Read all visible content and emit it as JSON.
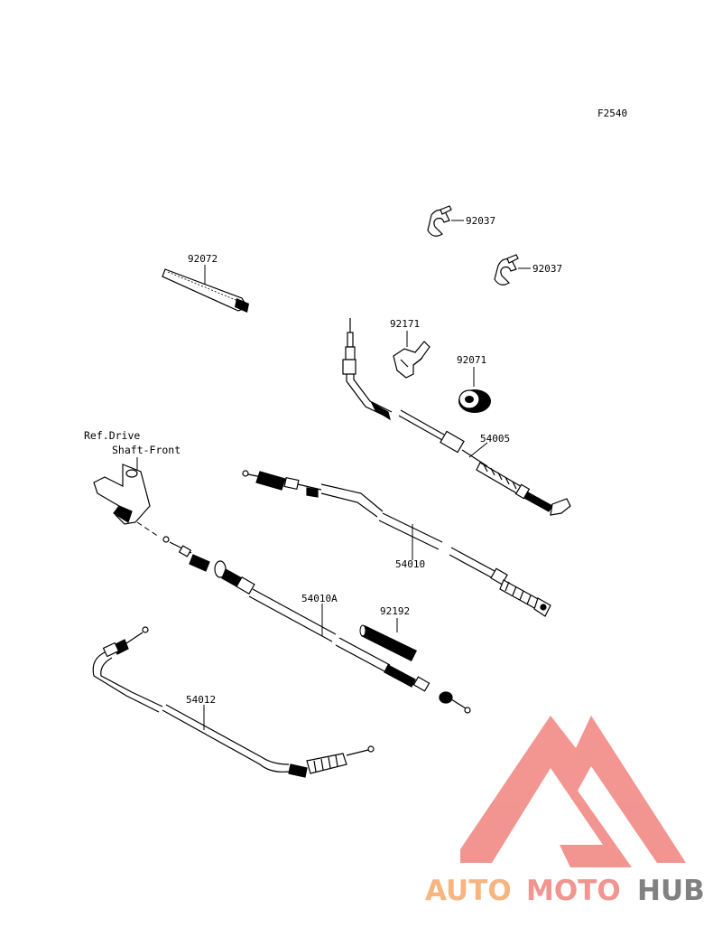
{
  "figure_code": "F2540",
  "reference_note": {
    "line1": "Ref.Drive",
    "line2": "Shaft-Front"
  },
  "parts": [
    {
      "number": "92037",
      "name": "clamp-upper"
    },
    {
      "number": "92037",
      "name": "clamp-lower"
    },
    {
      "number": "92072",
      "name": "cable-tie"
    },
    {
      "number": "92171",
      "name": "cable-clamp"
    },
    {
      "number": "92071",
      "name": "grommet"
    },
    {
      "number": "54005",
      "name": "cable"
    },
    {
      "number": "54010",
      "name": "cable"
    },
    {
      "number": "54010A",
      "name": "cable"
    },
    {
      "number": "92192",
      "name": "tube"
    },
    {
      "number": "54012",
      "name": "cable"
    }
  ],
  "watermark": {
    "part1": "AUTO",
    "part2": "MOTO",
    "part3": "HUB",
    "colors": {
      "orange": "#f7b27a",
      "red": "#f28f8a",
      "gray": "#7b7b7b"
    }
  }
}
